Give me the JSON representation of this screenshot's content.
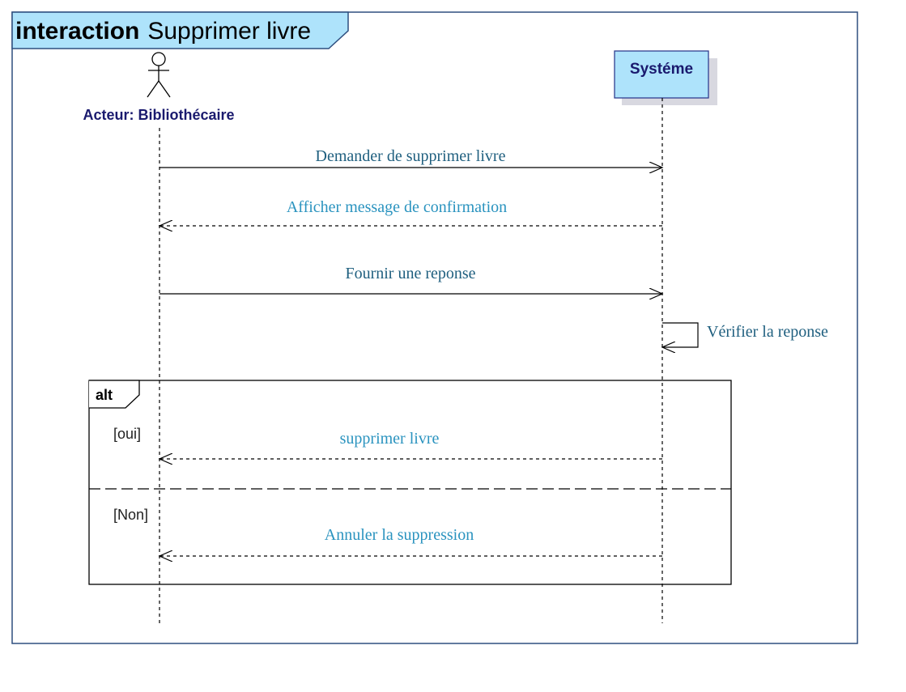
{
  "frame": {
    "keyword": "interaction",
    "name": "Supprimer livre"
  },
  "actor": {
    "label": "Acteur: Bibliothécaire",
    "icon": "stick-figure-icon"
  },
  "system": {
    "label": "Systéme"
  },
  "messages": {
    "request_delete": "Demander de supprimer livre",
    "show_confirmation": "Afficher message de confirmation",
    "provide_answer": "Fournir une reponse",
    "verify_answer": "Vérifier la reponse"
  },
  "alt_fragment": {
    "operator": "alt",
    "guard_yes": "[oui]",
    "message_yes": "supprimer livre",
    "guard_no": "[Non]",
    "message_no": "Annuler la suppression"
  },
  "colors": {
    "frame_border": "#2f4f7f",
    "header_fill": "#aee3fb",
    "system_fill": "#aee3fb",
    "system_border": "#2f3f8f",
    "actor_label": "#1a1a6e",
    "sync_message_text": "#1f5f7f",
    "reply_message_text": "#2a93bf",
    "line": "#000000"
  }
}
